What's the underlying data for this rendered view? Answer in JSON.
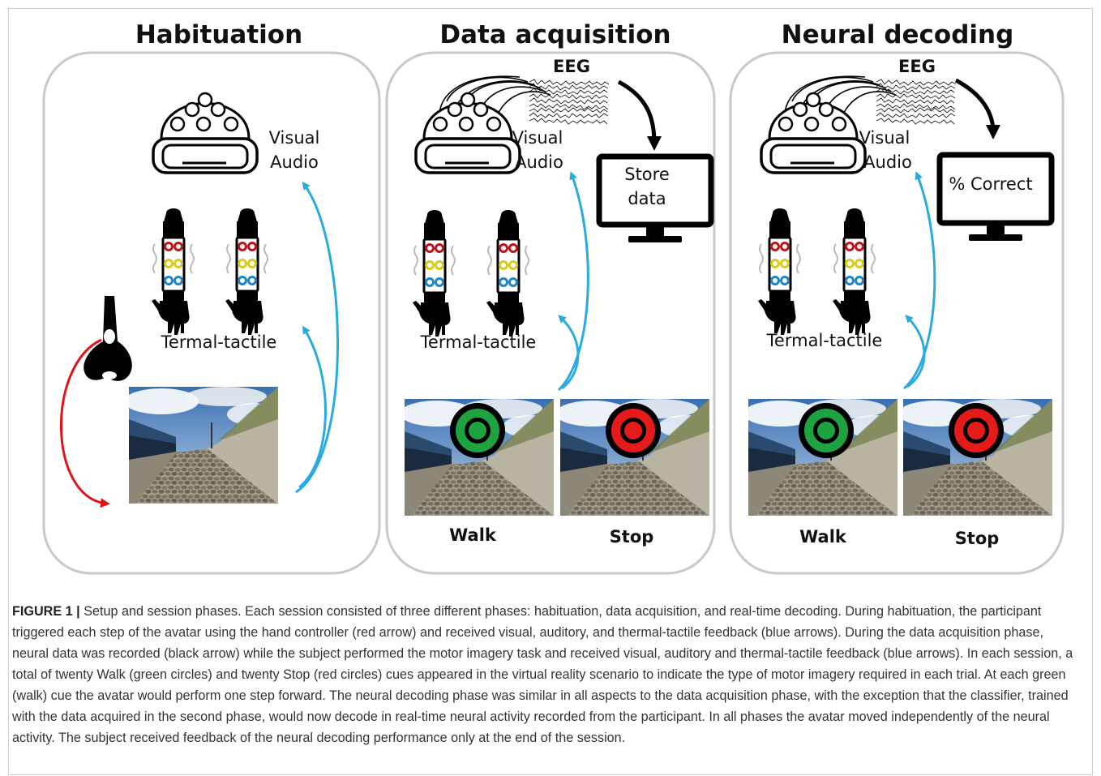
{
  "panels": [
    {
      "title": "Habituation",
      "modality_top": "Visual",
      "modality_bottom": "Audio",
      "tactile_label": "Termal-tactile"
    },
    {
      "title": "Data acquisition",
      "eeg_label": "EEG",
      "modality_top": "Visual",
      "modality_bottom": "Audio",
      "monitor_line1": "Store",
      "monitor_line2": "data",
      "tactile_label": "Termal-tactile",
      "walk_label": "Walk",
      "stop_label": "Stop"
    },
    {
      "title": "Neural decoding",
      "eeg_label": "EEG",
      "modality_top": "Visual",
      "modality_bottom": "Audio",
      "monitor_line1": "% Correct",
      "tactile_label": "Termal-tactile",
      "walk_label": "Walk",
      "stop_label": "Stop"
    }
  ],
  "colors": {
    "feedback_arrow": "#29abe2",
    "trigger_arrow": "#e1141b",
    "neural_arrow": "#000000",
    "walk_cue": "#1fa340",
    "stop_cue": "#e51b1b"
  },
  "caption": {
    "label": "FIGURE 1 |",
    "text": "Setup and session phases. Each session consisted of three different phases: habituation, data acquisition, and real-time decoding. During habituation, the participant triggered each step of the avatar using the hand controller (red arrow) and received visual, auditory, and thermal-tactile feedback (blue arrows). During the data acquisition phase, neural data was recorded (black arrow) while the subject performed the motor imagery task and received visual, auditory and thermal-tactile feedback (blue arrows). In each session, a total of twenty Walk (green circles) and twenty Stop (red circles) cues appeared in the virtual reality scenario to indicate the type of motor imagery required in each trial. At each green (walk) cue the avatar would perform one step forward. The neural decoding phase was similar in all aspects to the data acquisition phase, with the exception that the classifier, trained with the data acquired in the second phase, would now decode in real-time neural activity recorded from the participant. In all phases the avatar moved independently of the neural activity. The subject received feedback of the neural decoding performance only at the end of the session."
  }
}
